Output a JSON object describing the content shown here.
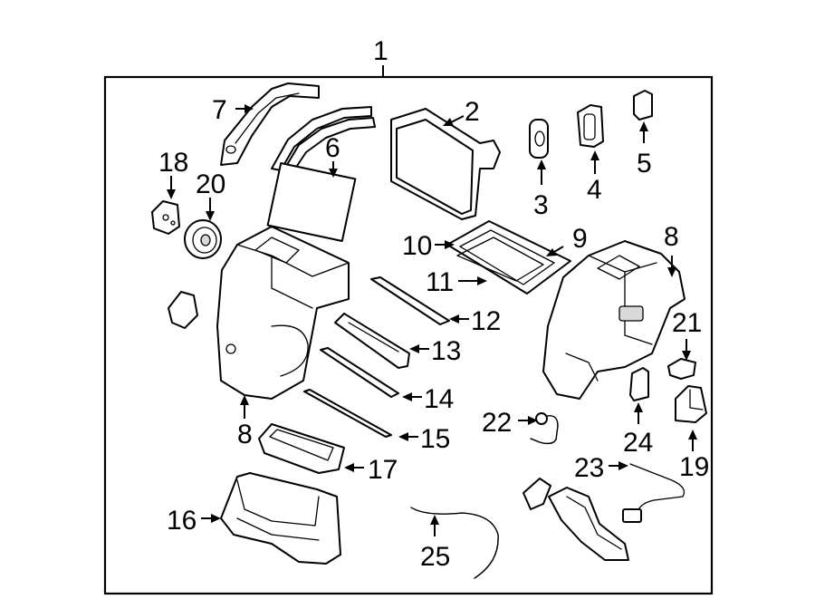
{
  "callouts": {
    "c1": "1",
    "c2": "2",
    "c3": "3",
    "c4": "4",
    "c5": "5",
    "c6": "6",
    "c7": "7",
    "c8a": "8",
    "c8b": "8",
    "c9": "9",
    "c10": "10",
    "c11": "11",
    "c12": "12",
    "c13": "13",
    "c14": "14",
    "c15": "15",
    "c16": "16",
    "c17": "17",
    "c18": "18",
    "c19": "19",
    "c20": "20",
    "c21": "21",
    "c22": "22",
    "c23": "23",
    "c24": "24",
    "c25": "25"
  }
}
